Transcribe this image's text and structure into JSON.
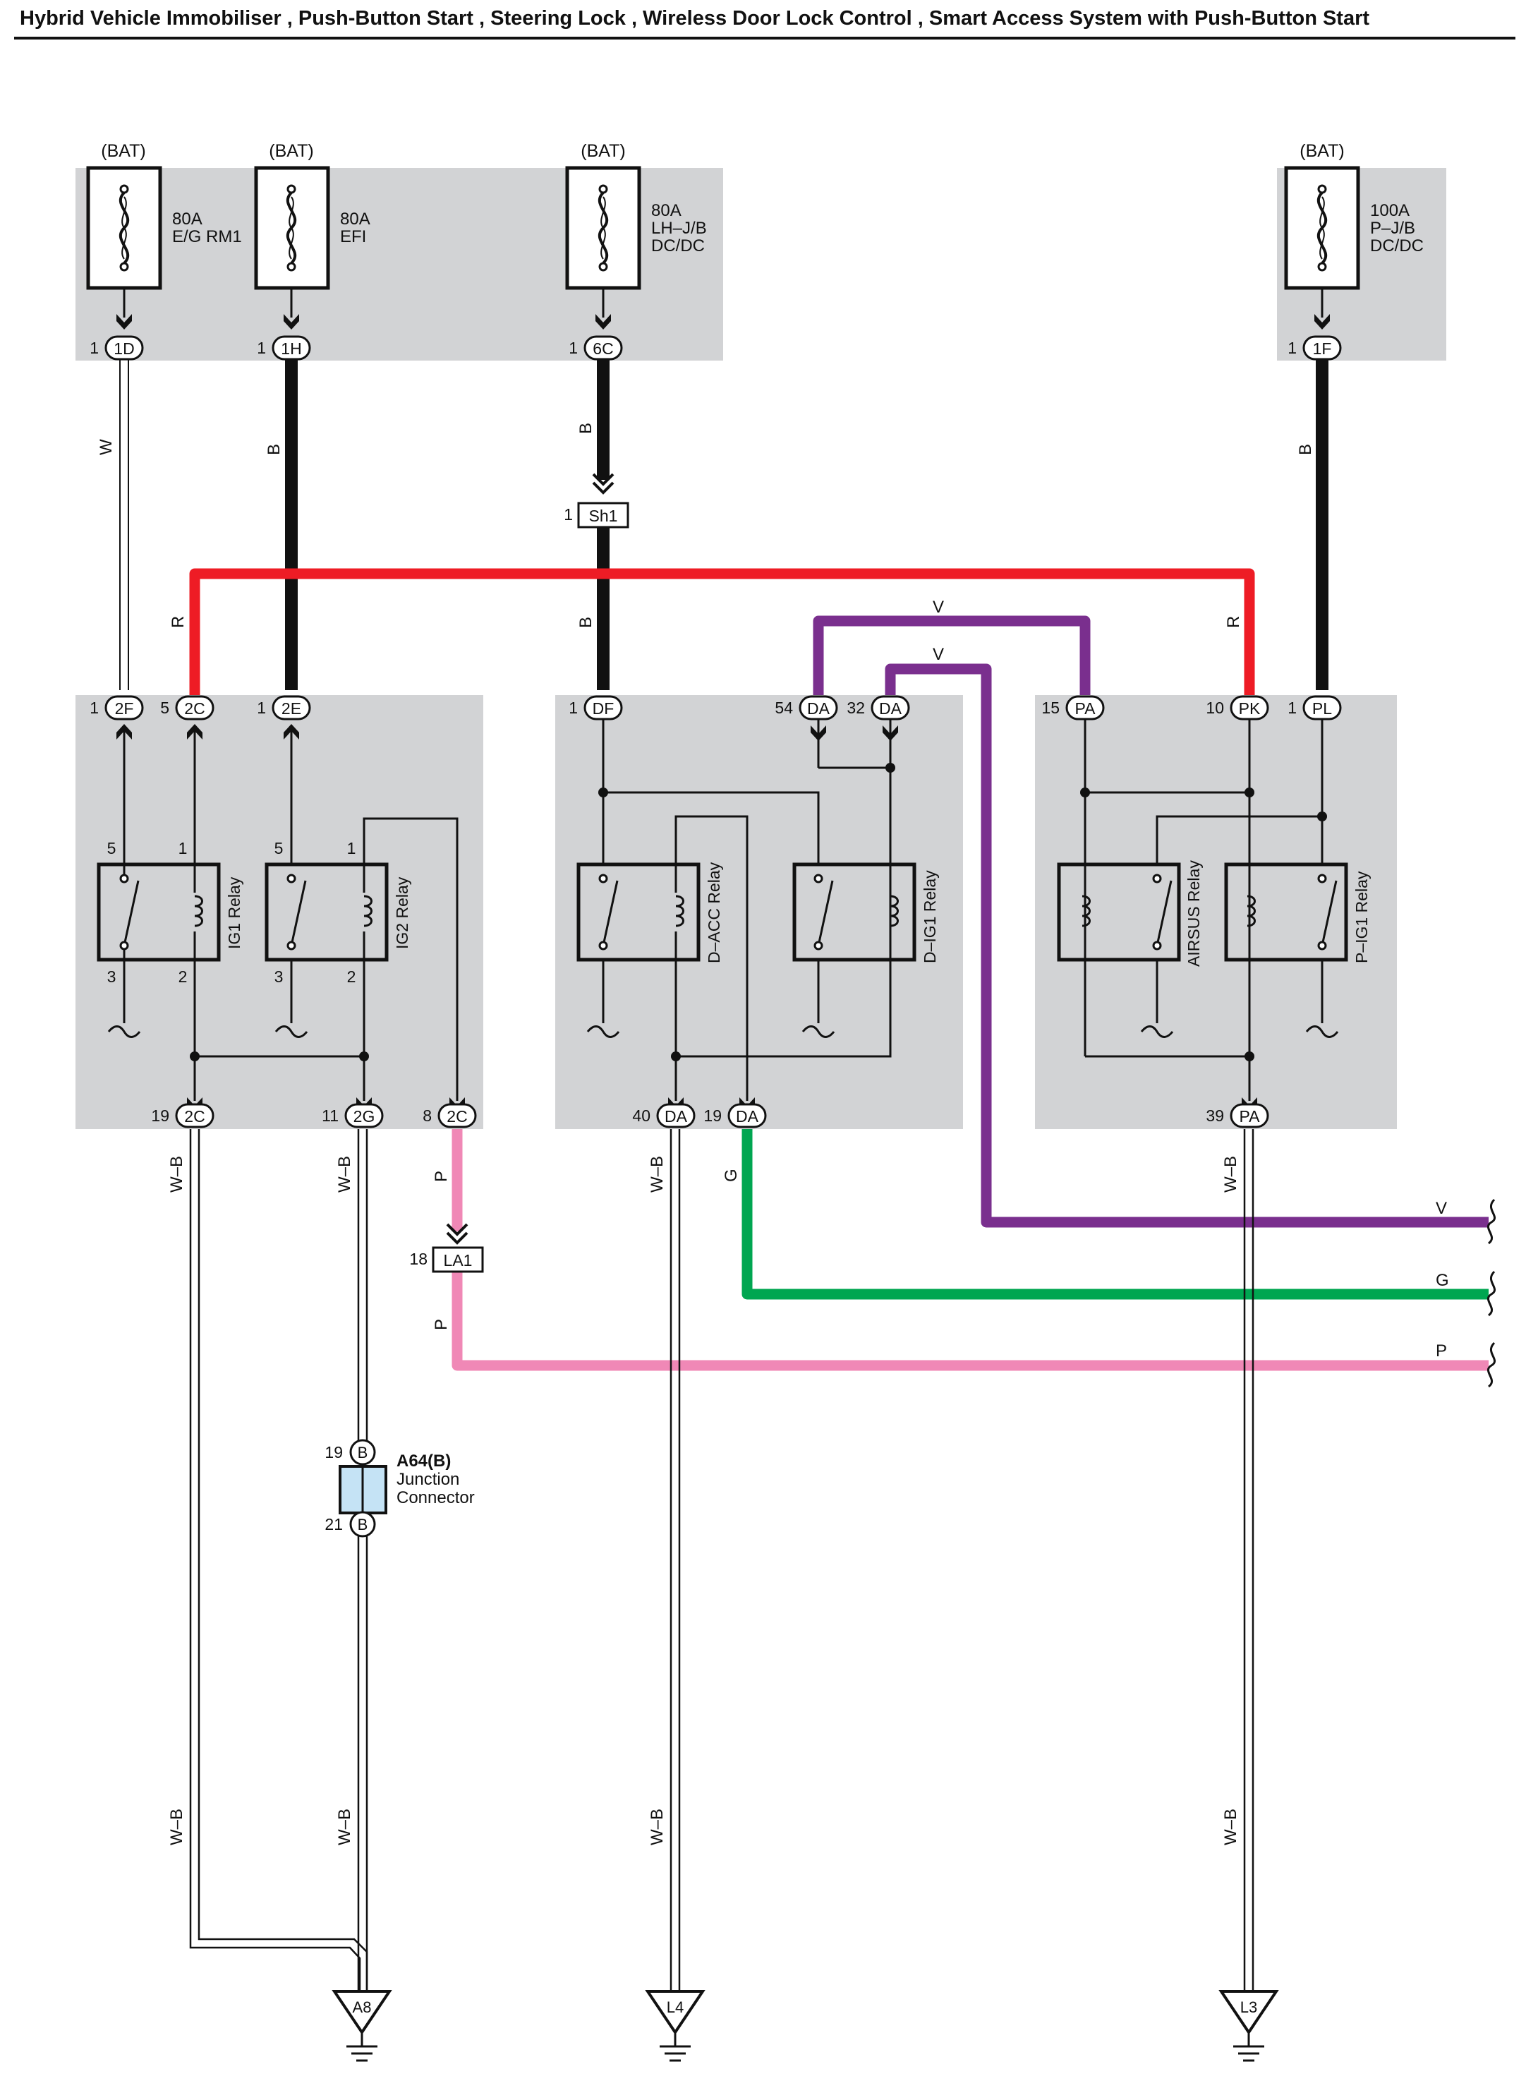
{
  "title": "Hybrid Vehicle Immobiliser , Push-Button Start , Steering Lock , Wireless Door Lock Control , Smart Access System with Push-Button Start",
  "colors": {
    "panel": "#d2d3d5",
    "red": "#ee1c25",
    "violet": "#7a2f8e",
    "green": "#00a651",
    "pink": "#f088b6",
    "black": "#111111",
    "connector_blue": "#c5e3f5"
  },
  "fuses": [
    {
      "source": "(BAT)",
      "rating": "80A",
      "name1": "E/G RM1",
      "name2": "",
      "pin": "1",
      "conn": "1D"
    },
    {
      "source": "(BAT)",
      "rating": "80A",
      "name1": "EFI",
      "name2": "",
      "pin": "1",
      "conn": "1H"
    },
    {
      "source": "(BAT)",
      "rating": "80A",
      "name1": "LH–J/B",
      "name2": "DC/DC",
      "pin": "1",
      "conn": "6C"
    },
    {
      "source": "(BAT)",
      "rating": "100A",
      "name1": "P–J/B",
      "name2": "DC/DC",
      "pin": "1",
      "conn": "1F"
    }
  ],
  "relays": [
    {
      "name": "IG1 Relay",
      "pins": [
        "5",
        "1",
        "3",
        "2"
      ]
    },
    {
      "name": "IG2 Relay",
      "pins": [
        "5",
        "1",
        "3",
        "2"
      ]
    },
    {
      "name": "D–ACC Relay"
    },
    {
      "name": "D–IG1 Relay"
    },
    {
      "name": "AIRSUS Relay"
    },
    {
      "name": "P–IG1 Relay"
    }
  ],
  "top_connectors": [
    {
      "pin": "1",
      "conn": "2F"
    },
    {
      "pin": "5",
      "conn": "2C"
    },
    {
      "pin": "1",
      "conn": "2E"
    },
    {
      "pin": "1",
      "conn": "DF"
    },
    {
      "pin": "54",
      "conn": "DA"
    },
    {
      "pin": "32",
      "conn": "DA"
    },
    {
      "pin": "15",
      "conn": "PA"
    },
    {
      "pin": "10",
      "conn": "PK"
    },
    {
      "pin": "1",
      "conn": "PL"
    }
  ],
  "bottom_connectors": [
    {
      "pin": "19",
      "conn": "2C"
    },
    {
      "pin": "11",
      "conn": "2G"
    },
    {
      "pin": "8",
      "conn": "2C"
    },
    {
      "pin": "40",
      "conn": "DA"
    },
    {
      "pin": "19",
      "conn": "DA"
    },
    {
      "pin": "39",
      "conn": "PA"
    }
  ],
  "inline": {
    "sh1": {
      "pin": "1",
      "label": "Sh1"
    },
    "la1": {
      "pin": "18",
      "label": "LA1"
    }
  },
  "junction": {
    "id": "A64(B)",
    "line1": "Junction",
    "line2": "Connector",
    "pin_top": "19",
    "pin_bottom": "21",
    "letter": "B"
  },
  "wire_colors": {
    "w": "W",
    "b": "B",
    "r": "R",
    "v": "V",
    "g": "G",
    "p": "P",
    "wb": "W–B"
  },
  "grounds": [
    "A8",
    "L4",
    "L3"
  ]
}
